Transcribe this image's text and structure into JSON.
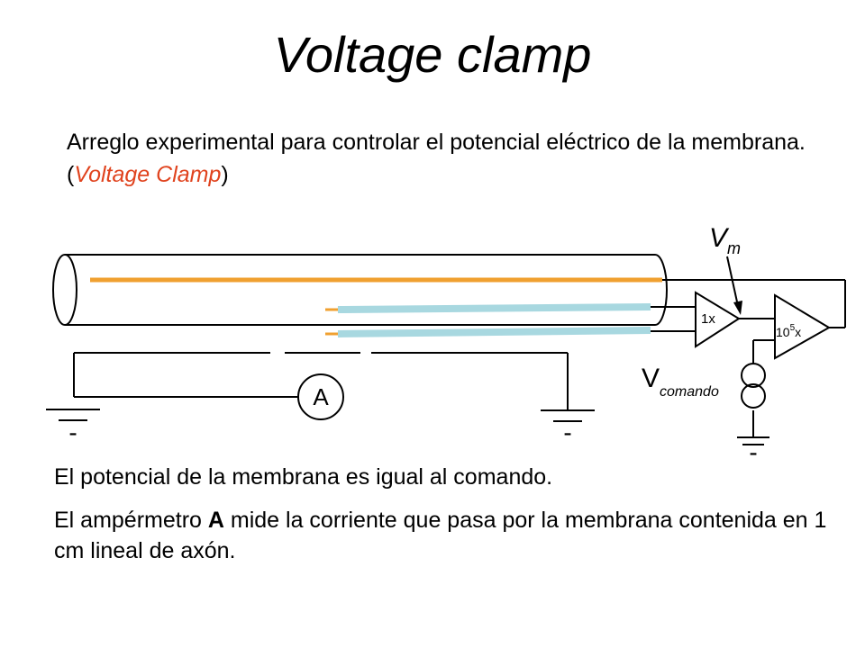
{
  "title": "Voltage clamp",
  "intro": {
    "text_before": "Arreglo experimental para controlar el  potencial eléctrico de la membrana. (",
    "highlight": "Voltage Clamp",
    "text_after": ")",
    "highlight_color": "#e0431e"
  },
  "diagram": {
    "vm_label_base": "V",
    "vm_label_sub": "m",
    "vcomando_label_base": "V",
    "vcomando_label_sub": "comando",
    "amp1_gain": "1x",
    "amp2_gain_base": "10",
    "amp2_gain_exp": "5",
    "amp2_gain_suffix": "x",
    "ammeter_label": "A",
    "ground_minus_left": "-",
    "ground_minus_center": "-",
    "ground_minus_right": "-",
    "colors": {
      "voltage_wire": "#f0a030",
      "current_wire": "#a8d8e0",
      "wire": "#000000"
    }
  },
  "notes": {
    "line1": "El potencial de la membrana es igual al comando.",
    "line2_before": "El ampérmetro ",
    "line2_bold": "A",
    "line2_after": " mide la corriente que pasa por la membrana contenida en 1 cm lineal de axón."
  }
}
